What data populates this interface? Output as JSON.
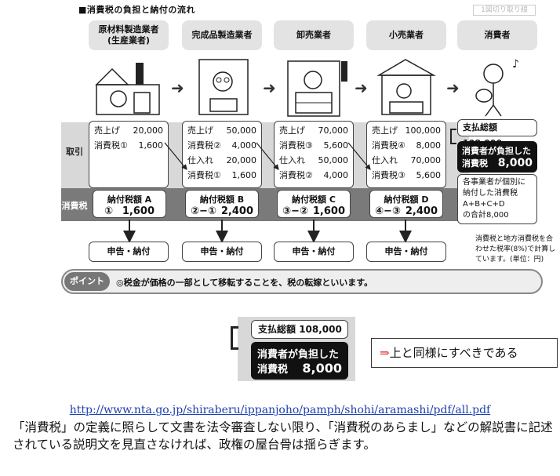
{
  "title": "■消費税の負担と納付の流れ",
  "corner_tag": "1図切り取り線",
  "stages": [
    {
      "label": "原材料製造業者\n(生産業者)"
    },
    {
      "label": "完成品製造業者"
    },
    {
      "label": "卸売業者"
    },
    {
      "label": "小売業者"
    },
    {
      "label": "消費者"
    }
  ],
  "row_labels": {
    "transaction": "取引",
    "tax": "消費税"
  },
  "transactions": [
    {
      "rows": [
        {
          "k": "売上げ",
          "v": "20,000"
        },
        {
          "k": "消費税①",
          "v": "1,600"
        }
      ]
    },
    {
      "rows": [
        {
          "k": "売上げ",
          "v": "50,000"
        },
        {
          "k": "消費税②",
          "v": "4,000"
        },
        {
          "k": "仕入れ",
          "v": "20,000"
        },
        {
          "k": "消費税①",
          "v": "1,600"
        }
      ]
    },
    {
      "rows": [
        {
          "k": "売上げ",
          "v": "70,000"
        },
        {
          "k": "消費税③",
          "v": "5,600"
        },
        {
          "k": "仕入れ",
          "v": "50,000"
        },
        {
          "k": "消費税②",
          "v": "4,000"
        }
      ]
    },
    {
      "rows": [
        {
          "k": "売上げ",
          "v": "100,000"
        },
        {
          "k": "消費税④",
          "v": "8,000"
        },
        {
          "k": "仕入れ",
          "v": "70,000"
        },
        {
          "k": "消費税③",
          "v": "5,600"
        }
      ]
    }
  ],
  "payments": [
    {
      "label": "納付税額 A",
      "formula": "①",
      "amount": "1,600"
    },
    {
      "label": "納付税額 B",
      "formula": "②−①",
      "amount": "2,400"
    },
    {
      "label": "納付税額 C",
      "formula": "③−②",
      "amount": "1,600"
    },
    {
      "label": "納付税額 D",
      "formula": "④−③",
      "amount": "2,400"
    }
  ],
  "declaration_label": "申告・納付",
  "consumer": {
    "total_label": "支払総額",
    "total_value": "108,000",
    "burden_line1": "消費者が負担した",
    "burden_line2": "消費税",
    "burden_value": "8,000",
    "detail": "各事業者が個別に\n納付した消費税\nA+B+C+D\nの合計8,000"
  },
  "note": "消費税と地方消費税を合わせた税率(8%)で計算しています。(単位：円)",
  "point": {
    "label": "ポイント",
    "text": "◎税金が価格の一部として移転することを、税の転嫁といいます。"
  },
  "zoom": {
    "total_label": "支払総額",
    "total_value": "108,000",
    "burden_line1": "消費者が負担した",
    "burden_line2": "消費税",
    "burden_value": "8,000"
  },
  "callout": {
    "mark": "⇒",
    "text": "上と同様にすべきである"
  },
  "url": "http://www.nta.go.jp/shiraberu/ippanjoho/pamph/shohi/aramashi/pdf/all.pdf",
  "body_text": "「消費税」の定義に照らして文書を法令審査しない限り、「消費税のあらまし」などの解説書に記述されている説明文を見直さなければ、政権の屋台骨は揺らぎます。"
}
